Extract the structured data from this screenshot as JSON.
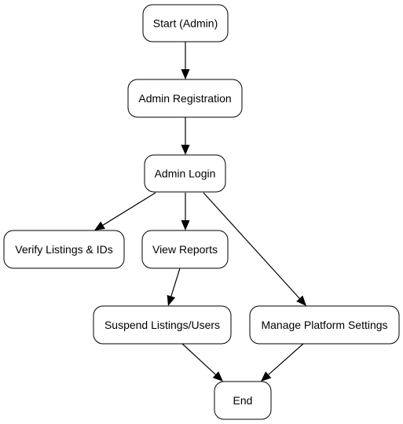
{
  "flowchart": {
    "nodes": {
      "start": "Start (Admin)",
      "registration": "Admin Registration",
      "login": "Admin Login",
      "verify": "Verify Listings & IDs",
      "reports": "View Reports",
      "suspend": "Suspend Listings/Users",
      "settings": "Manage Platform Settings",
      "end": "End"
    },
    "edges": [
      {
        "from": "start",
        "to": "registration"
      },
      {
        "from": "registration",
        "to": "login"
      },
      {
        "from": "login",
        "to": "verify"
      },
      {
        "from": "login",
        "to": "reports"
      },
      {
        "from": "login",
        "to": "settings"
      },
      {
        "from": "reports",
        "to": "suspend"
      },
      {
        "from": "suspend",
        "to": "end"
      },
      {
        "from": "settings",
        "to": "end"
      }
    ]
  }
}
